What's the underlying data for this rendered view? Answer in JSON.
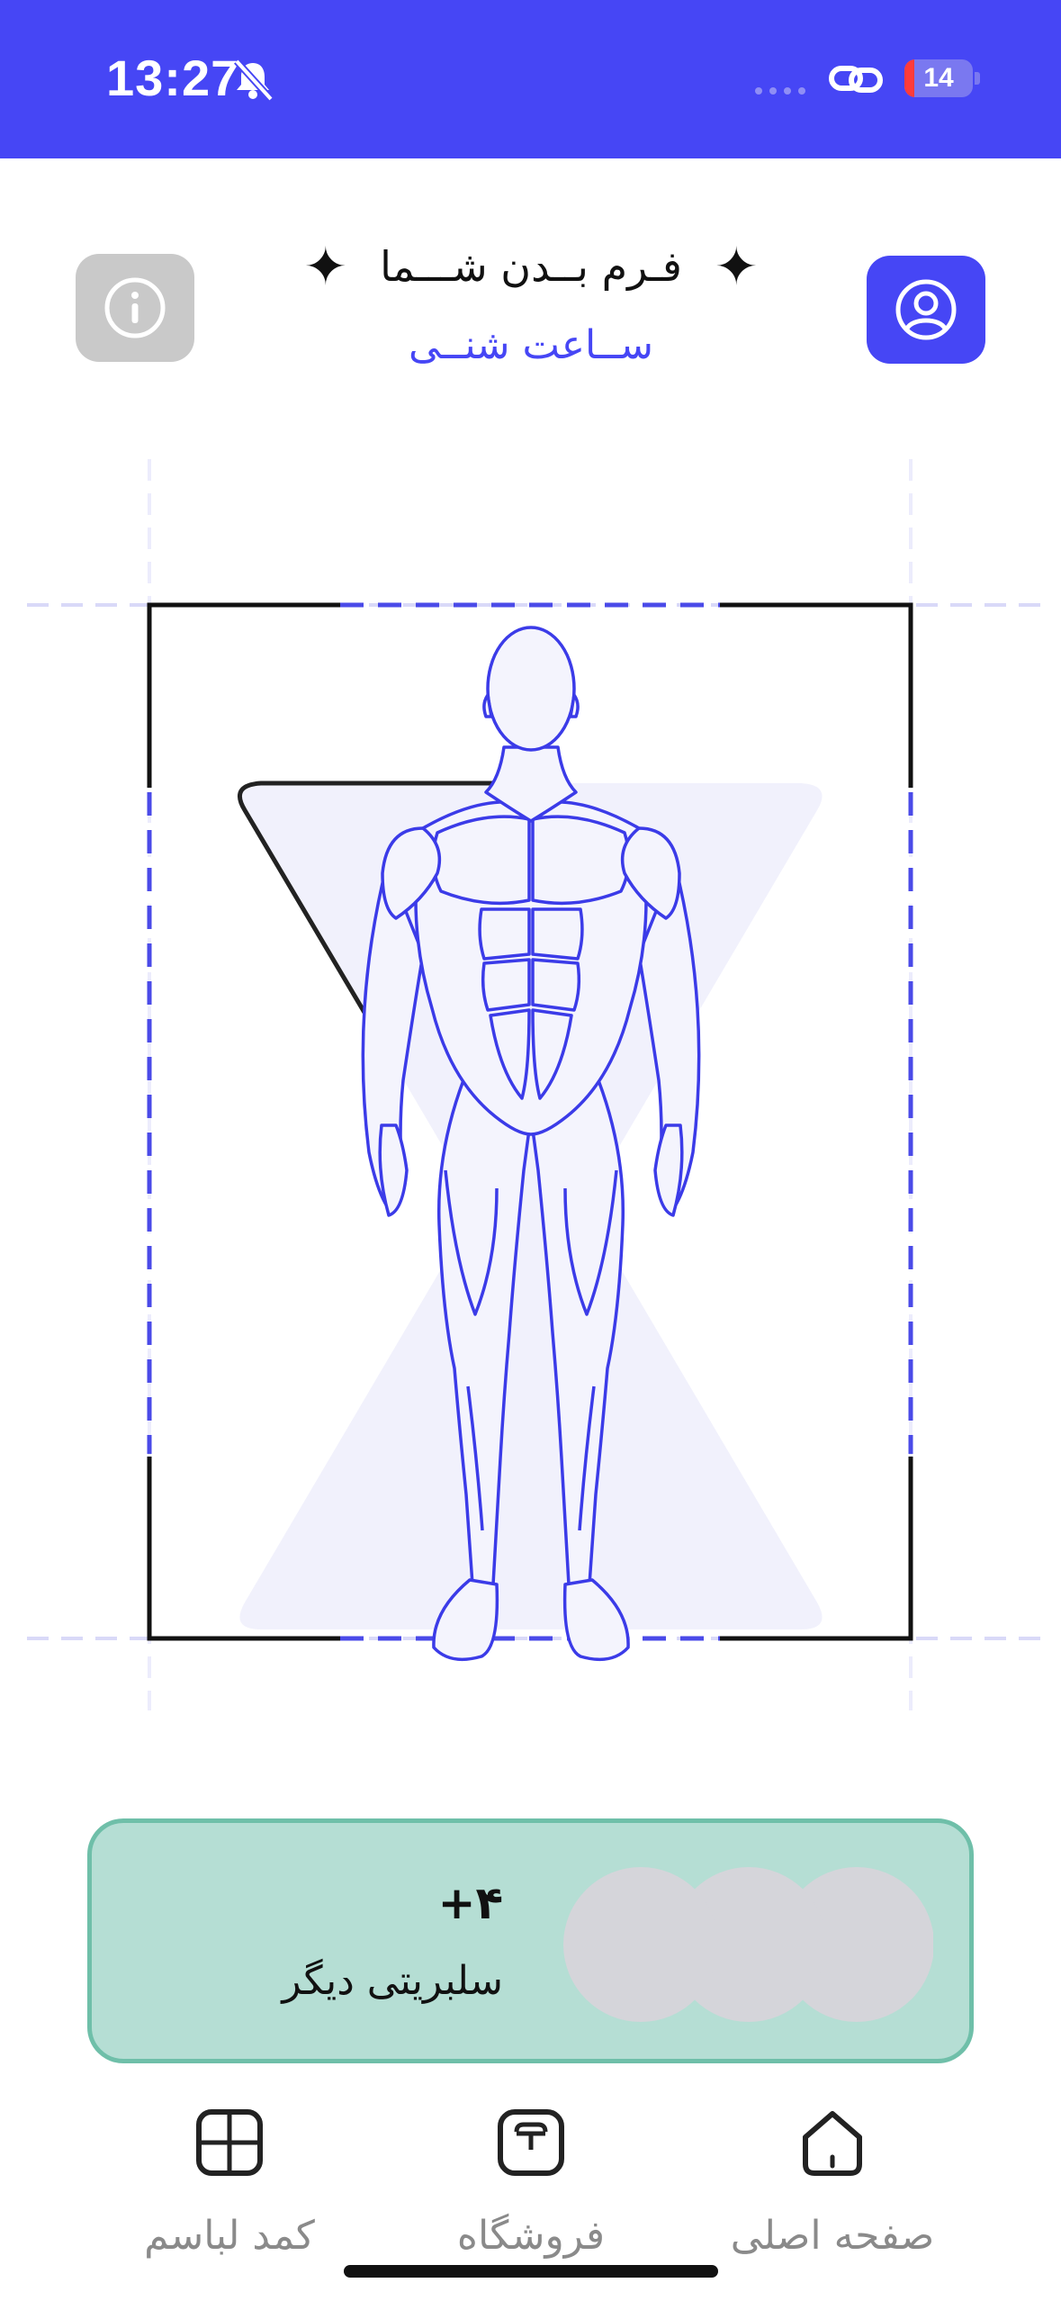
{
  "status_bar": {
    "time": "13:27",
    "battery_level": "14",
    "bell_icon": "bell-slash-icon",
    "link_icon": "link-icon",
    "accent": "#4646f5"
  },
  "header": {
    "title": "فـرم بــدن شـــما",
    "subtitle": "ســاعت شنــی",
    "info_icon": "info-circle-icon",
    "profile_icon": "user-circle-icon"
  },
  "body_figure": {
    "figure_icon": "muscle-body-icon",
    "shape_icon": "hourglass-shape-icon"
  },
  "celebrity_card": {
    "count": "+۴",
    "label": "سلبریتی دیگر",
    "background": "#b5ded4",
    "border": "#6fbfa9"
  },
  "tabs": [
    {
      "label": "کمد لباسم",
      "icon": "wardrobe-icon"
    },
    {
      "label": "فروشگاه",
      "icon": "shop-icon"
    },
    {
      "label": "صفحه اصلی",
      "icon": "home-icon"
    }
  ]
}
